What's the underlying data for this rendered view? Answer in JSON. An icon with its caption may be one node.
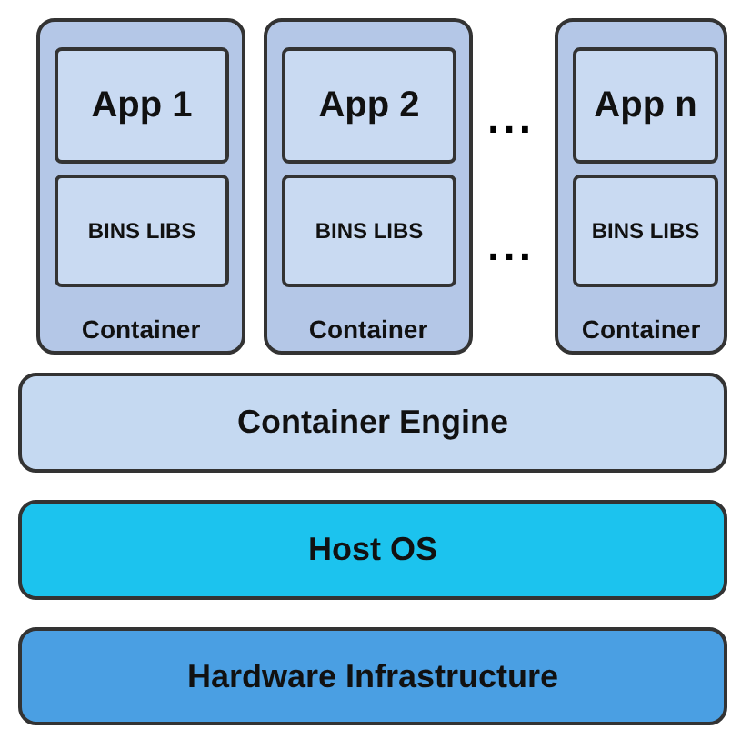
{
  "diagram": {
    "nodes": [
      {
        "text": [
          "Container"
        ]
      },
      {
        "text": [
          "App 1"
        ],
        "in": 0
      },
      {
        "text": [
          "BINS LIBS"
        ],
        "in": 0
      },
      {
        "text": [
          "Container"
        ]
      },
      {
        "text": [
          "App 2"
        ],
        "in": 3
      },
      {
        "text": [
          "BINS LIBS"
        ],
        "in": 3
      },
      {
        "text": [
          "Container"
        ]
      },
      {
        "text": [
          "App n"
        ],
        "in": 6
      },
      {
        "text": [
          "BINS LIBS"
        ],
        "in": 6
      },
      {
        "text": [
          "Container Engine"
        ]
      },
      {
        "text": [
          "Host OS"
        ]
      },
      {
        "text": [
          "Hardware Infrastructure"
        ]
      }
    ],
    "labels": [
      "...",
      "..."
    ]
  }
}
